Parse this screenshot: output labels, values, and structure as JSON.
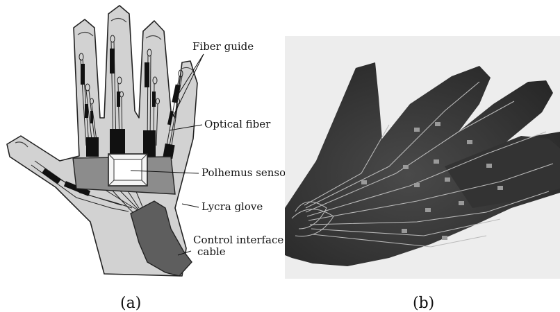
{
  "panel_a": {
    "caption": "(a)",
    "labels": {
      "fiber_guide": "Fiber guide",
      "optical_fiber": "Optical fiber",
      "polhemus_sensor": "Polhemus sensor",
      "lycra_glove": "Lycra glove",
      "control_cable_line1": "Control interface",
      "control_cable_line2": "cable"
    }
  },
  "panel_b": {
    "caption": "(b)"
  },
  "colors": {
    "glove_fill": "#d2d2d2",
    "band_fill": "#8c8c8c",
    "cable_fill": "#5e5e5e",
    "photo_glove": "#3d3d3d",
    "photo_bg": "#ededed"
  }
}
